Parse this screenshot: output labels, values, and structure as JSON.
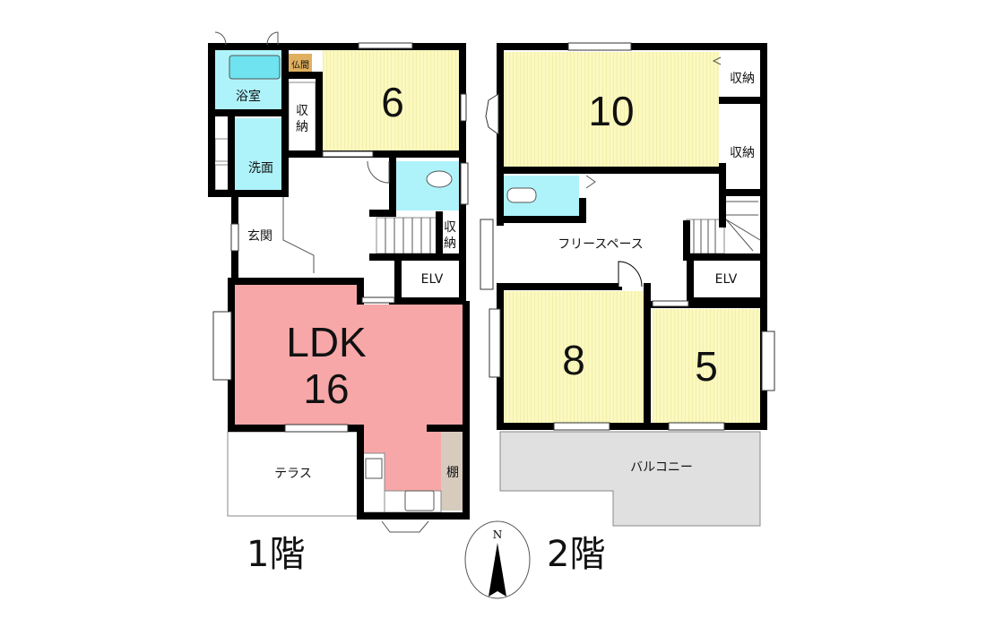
{
  "floor1": {
    "label": "1階",
    "rooms": {
      "bath": "浴室",
      "altar": "仏間",
      "room6": "6",
      "storage1": "収",
      "storage1b": "納",
      "washroom": "洗面",
      "entrance": "玄関",
      "storage2": "収",
      "storage2b": "納",
      "elevator": "ELV",
      "ldk": "LDK",
      "ldk_size": "16",
      "terrace": "テラス",
      "shelf": "棚"
    }
  },
  "floor2": {
    "label": "2階",
    "rooms": {
      "room10": "10",
      "storage_a": "収納",
      "storage_b": "収納",
      "free_space": "フリースペース",
      "elevator": "ELV",
      "room8": "8",
      "room5": "5",
      "balcony": "バルコニー"
    }
  },
  "compass": {
    "north": "N"
  },
  "colors": {
    "tatami": "#fbf9c0",
    "wet": "#aef3fa",
    "ldk": "#f7a7a8",
    "altar": "#e0b060",
    "shelf": "#d6cbbd",
    "balcony": "#e0e0e0"
  }
}
